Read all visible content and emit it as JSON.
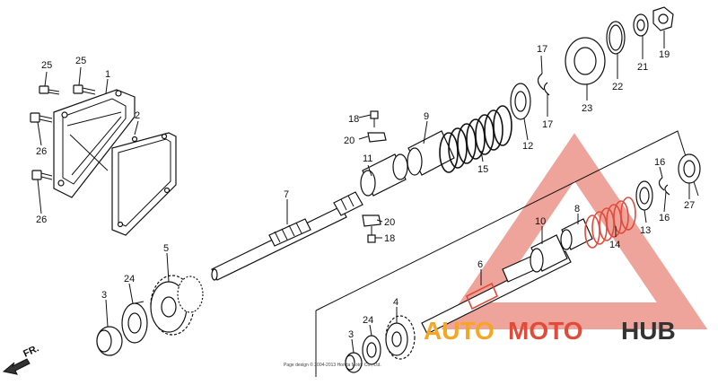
{
  "callouts": [
    "25",
    "25",
    "1",
    "2",
    "26",
    "26",
    "18",
    "20",
    "9",
    "11",
    "15",
    "12",
    "17",
    "17",
    "23",
    "22",
    "21",
    "19",
    "7",
    "20",
    "18",
    "5",
    "24",
    "3",
    "16",
    "16",
    "27",
    "13",
    "14",
    "8",
    "10",
    "6",
    "4",
    "24",
    "3"
  ],
  "watermark": {
    "auto": "AUTO",
    "moto": "MOTO",
    "hub": "HUB",
    "color_orange": "#f5a623",
    "color_red": "#e24a3a",
    "color_dark": "#333333"
  },
  "direction_label": "FR.",
  "footnote": "Page design © 2004-2013 Honda Motor Co., Ltd."
}
